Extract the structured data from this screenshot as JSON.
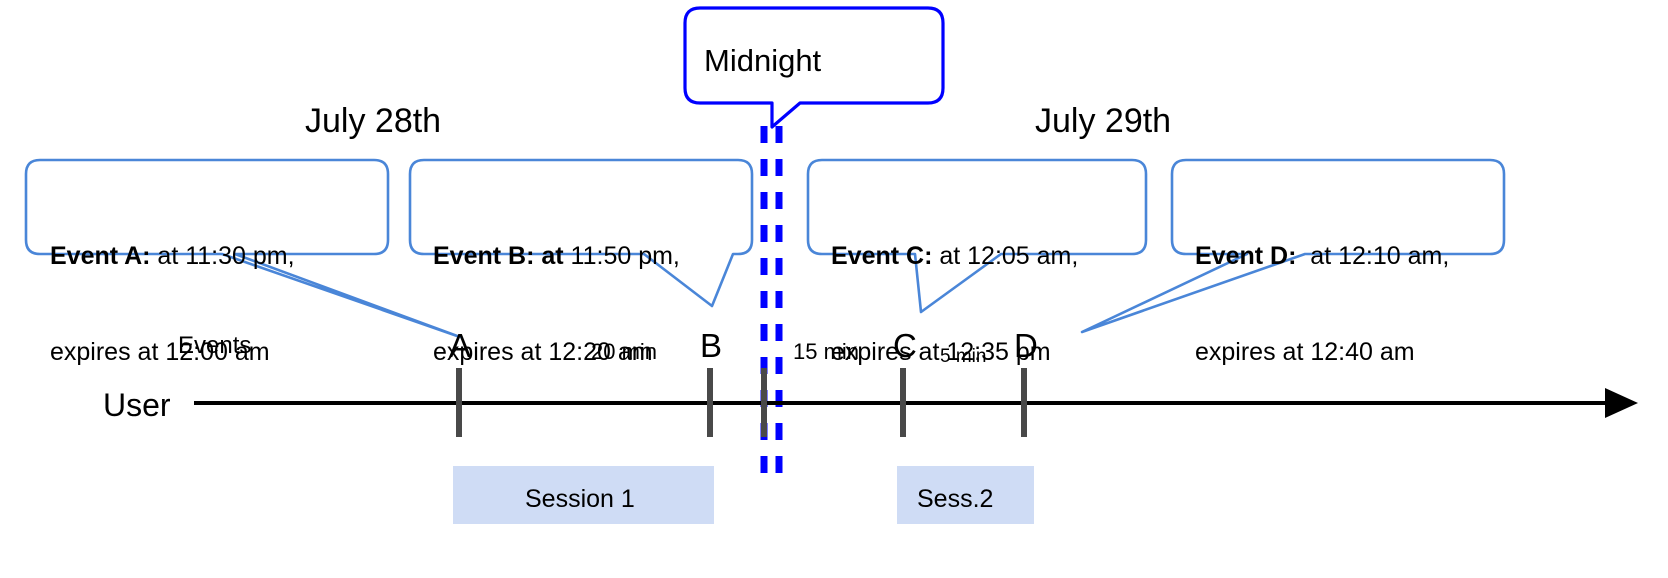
{
  "diagram": {
    "title_callout": {
      "label": "Midnight",
      "border_color": "#0000ff"
    },
    "date_headers": [
      {
        "name": "date-july-28",
        "label": "July 28th"
      },
      {
        "name": "date-july-29",
        "label": "July 29th"
      }
    ],
    "axis_labels": {
      "events_row": "Events",
      "user_row": "User"
    },
    "callouts": [
      {
        "name": "callout-event-a",
        "bold": "Event A:",
        "line1_rest": " at 11:30 pm,",
        "line2": "expires at 12:00 am",
        "border_color": "#4a86d8"
      },
      {
        "name": "callout-event-b",
        "bold": "Event B: at",
        "line1_rest": " 11:50 pm,",
        "line2": "expires at 12:20 am",
        "border_color": "#4a86d8"
      },
      {
        "name": "callout-event-c",
        "bold": "Event C:",
        "line1_rest": " at 12:05 am,",
        "line2": "expires at 12:35 pm",
        "border_color": "#4a86d8"
      },
      {
        "name": "callout-event-d",
        "bold": "Event D:",
        "line1_rest": "  at 12:10 am,",
        "line2": "expires at 12:40 am",
        "border_color": "#4a86d8"
      }
    ],
    "events": [
      {
        "name": "event-marker-a",
        "letter": "A"
      },
      {
        "name": "event-marker-b",
        "letter": "B"
      },
      {
        "name": "event-marker-c",
        "letter": "C"
      },
      {
        "name": "event-marker-d",
        "letter": "D"
      }
    ],
    "gaps": [
      {
        "name": "gap-a-b",
        "label": "20 min"
      },
      {
        "name": "gap-b-c",
        "label": "15 min"
      },
      {
        "name": "gap-c-d",
        "label": "5 min"
      }
    ],
    "sessions": [
      {
        "name": "session-box-1",
        "label": "Session 1",
        "fill": "#cfdcf5"
      },
      {
        "name": "session-box-2",
        "label": "Sess.2",
        "fill": "#cfdcf5"
      }
    ],
    "colors": {
      "callout_border": "#4a86d8",
      "midnight_blue": "#0000ff",
      "timeline_black": "#000000",
      "tick_gray": "#494949",
      "session_fill": "#cfdcf5"
    }
  }
}
